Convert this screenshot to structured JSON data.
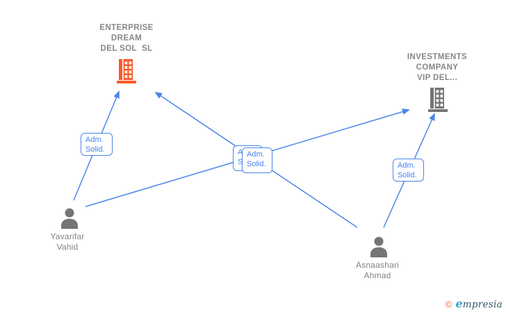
{
  "diagram": {
    "companies": [
      {
        "name": "ENTERPRISE\nDREAM\nDEL SOL  SL"
      },
      {
        "name": "INVESTMENTS\nCOMPANY\nVIP DEL..."
      }
    ],
    "persons": [
      {
        "name": "Yavarifar\nVahid"
      },
      {
        "name": "Asnaashari\nAhmad"
      }
    ],
    "edges": [
      {
        "from": "Yavarifar Vahid",
        "to": "ENTERPRISE DREAM DEL SOL SL",
        "label": "Adm.\nSolid."
      },
      {
        "from": "Asnaashari Ahmad",
        "to": "ENTERPRISE DREAM DEL SOL SL",
        "label": "Adm.\nSolid."
      },
      {
        "from": "Yavarifar Vahid",
        "to": "INVESTMENTS COMPANY VIP DEL...",
        "label": "Adm.\nSolid."
      },
      {
        "from": "Asnaashari Ahmad",
        "to": "INVESTMENTS COMPANY VIP DEL...",
        "label": "Adm.\nSolid."
      }
    ],
    "colors": {
      "edge_blue": "#4a86e8",
      "edge_label_text": "#4285f4",
      "company_building_orange": "#fa5a29",
      "company_building_gray": "#757575",
      "person_icon_gray": "#757575",
      "name_text_gray": "#828282"
    }
  },
  "footer": {
    "copyright_symbol": "©",
    "brand_first_letter": "e",
    "brand_rest": "mpresia"
  }
}
